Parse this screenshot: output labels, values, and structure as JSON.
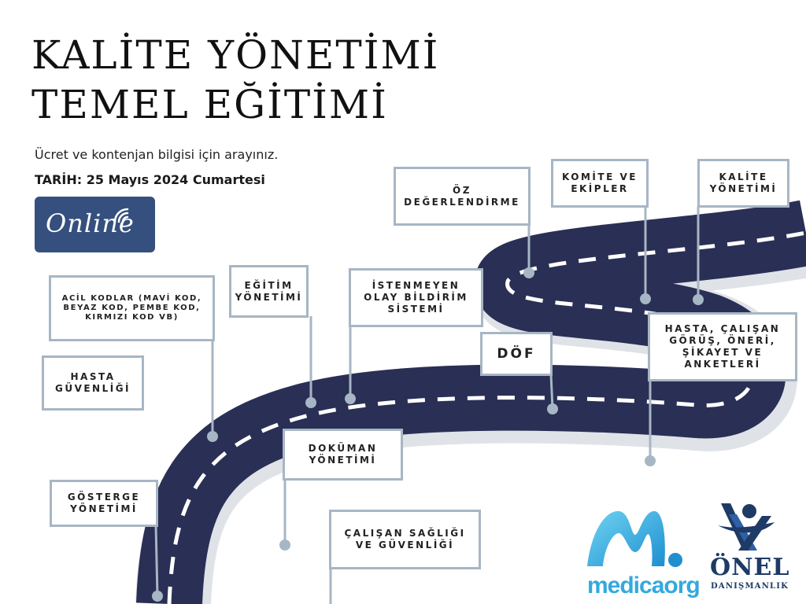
{
  "title": {
    "line1": "KALİTE YÖNETİMİ",
    "line2": "TEMEL EĞİTİMİ"
  },
  "info": {
    "contact": "Ücret ve kontenjan bilgisi için arayınız.",
    "date": "TARİH: 25 Mayıs 2024 Cumartesi"
  },
  "badge": {
    "label": "Online"
  },
  "roadmap": {
    "steps": [
      {
        "label": "GÖSTERGE\nYÖNETİMİ"
      },
      {
        "label": "HASTA\nGÜVENLİĞİ"
      },
      {
        "label": "ACİL KODLAR (MAVİ KOD,\nBEYAZ KOD, PEMBE KOD,\nKIRMIZI KOD VB)"
      },
      {
        "label": "EĞİTİM\nYÖNETİMİ"
      },
      {
        "label": "DOKÜMAN\nYÖNETİMİ"
      },
      {
        "label": "ÇALIŞAN SAĞLIĞI\nVE GÜVENLİĞİ"
      },
      {
        "label": "İSTENMEYEN\nOLAY BİLDİRİM\nSİSTEMİ"
      },
      {
        "label": "DÖF"
      },
      {
        "label": "ÖZ\nDEĞERLENDİRME"
      },
      {
        "label": "KOMİTE VE\nEKİPLER"
      },
      {
        "label": "KALİTE\nYÖNETİMİ"
      },
      {
        "label": "HASTA, ÇALIŞAN\nGÖRÜŞ, ÖNERİ,\nŞİKAYET VE\nANKETLERİ"
      }
    ]
  },
  "logos": {
    "medicaorg": "medicaorg",
    "onel": "ÖNEL",
    "onel_sub": "DANIŞMANLIK"
  },
  "colors": {
    "road": "#2a2f55",
    "road_edge": "#dfe3e8",
    "box_border": "#a7b6c4",
    "badge_bg": "#35507e",
    "medica_blue": "#33a9dd",
    "onel_navy": "#1e3a66"
  }
}
